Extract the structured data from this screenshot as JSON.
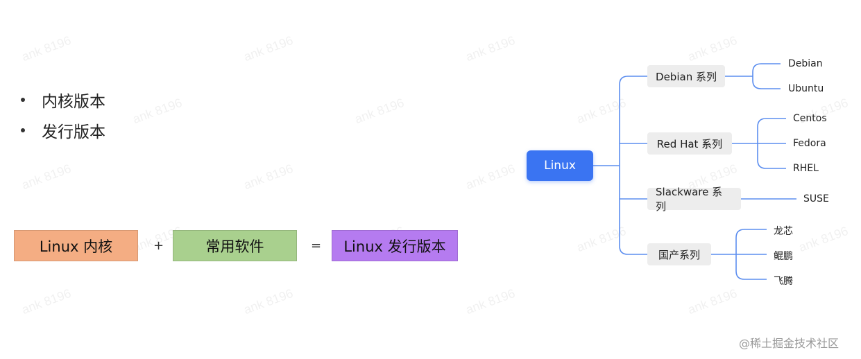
{
  "bullets": [
    "内核版本",
    "发行版本"
  ],
  "equation": {
    "box1": "Linux 内核",
    "plus": "+",
    "box2": "常用软件",
    "equals": "=",
    "box3": "Linux 发行版本",
    "colors": {
      "box1": "#f4ad83",
      "box2": "#a9d08e",
      "box3": "#b57bf0"
    }
  },
  "mindmap": {
    "root": "Linux",
    "branches": [
      {
        "label": "Debian 系列",
        "leaves": [
          "Debian",
          "Ubuntu"
        ]
      },
      {
        "label": "Red Hat 系列",
        "leaves": [
          "Centos",
          "Fedora",
          "RHEL"
        ]
      },
      {
        "label": "Slackware 系列",
        "leaves": [
          "SUSE"
        ]
      },
      {
        "label": "国产系列",
        "leaves": [
          "龙芯",
          "鲲鹏",
          "飞腾"
        ]
      }
    ],
    "colors": {
      "root": "#3a74f2",
      "line": "#5b8def",
      "node": "#ededed"
    }
  },
  "credit": "@稀土掘金技术社区",
  "watermark": "ank 8196"
}
